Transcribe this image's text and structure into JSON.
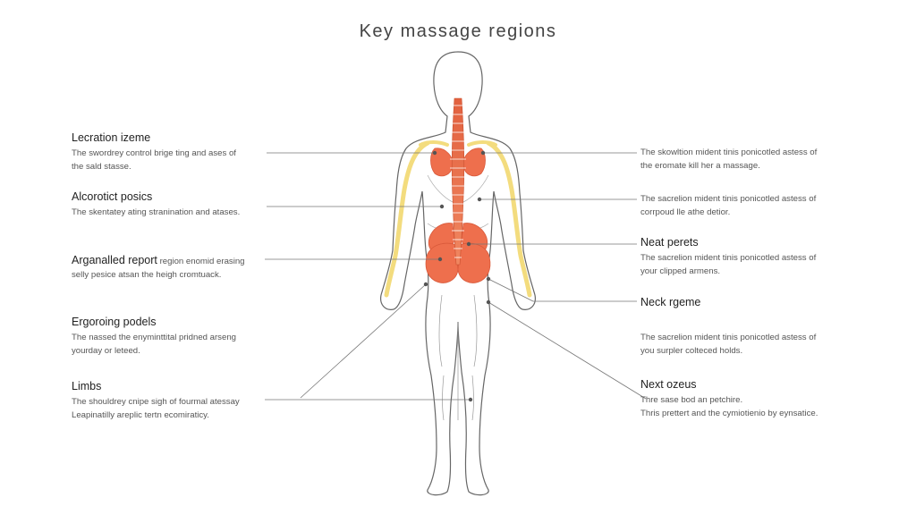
{
  "title": "Key massage regions",
  "labels": [
    {
      "heading": "Lecration izeme",
      "desc": "The swordrey control brige ting and ases of\nthe sald stasse."
    },
    {
      "heading": "Alcorotict posics",
      "desc": "The skentatey ating stranination and atases."
    },
    {
      "heading": "Arganalled report",
      "desc": "region enomid erasing\nselly pesice atsan the heigh cromtuack."
    },
    {
      "heading": "Ergoroing podels",
      "desc": "The nassed the enyminttital pridned arseng\nyourday or leteed."
    },
    {
      "heading": "Limbs",
      "desc": "The shouldrey cnipe sigh of fourmal atessay\nLeapinatilly areplic tertn ecomiraticy."
    },
    {
      "heading": "",
      "desc": "The skowltion mident tinis ponicotled astess of\nthe eromate kill her a massage."
    },
    {
      "heading": "",
      "desc": "The sacrelion mident tinis ponicotled astess of\ncorrpoud lle athe detior."
    },
    {
      "heading": "Neat perets",
      "desc": "The sacrelion mident tinis ponicotled astess of\nyour clipped armens."
    },
    {
      "heading": "Neck rgeme",
      "desc": ""
    },
    {
      "heading": "",
      "desc": "The sacrelion mident tinis ponicotled astess of\nyou surpler colteced holds."
    },
    {
      "heading": "Next ozeus",
      "desc": "Thre sase bod an petchire.\nThris prettert and the cymiotienio by eynsatice."
    }
  ],
  "colors": {
    "muscle": "#ee6f4d",
    "muscle_stroke": "#d9593a",
    "nerve": "#f3dc7e",
    "outline": "#666666",
    "leader": "#777777",
    "dot": "#555555"
  }
}
